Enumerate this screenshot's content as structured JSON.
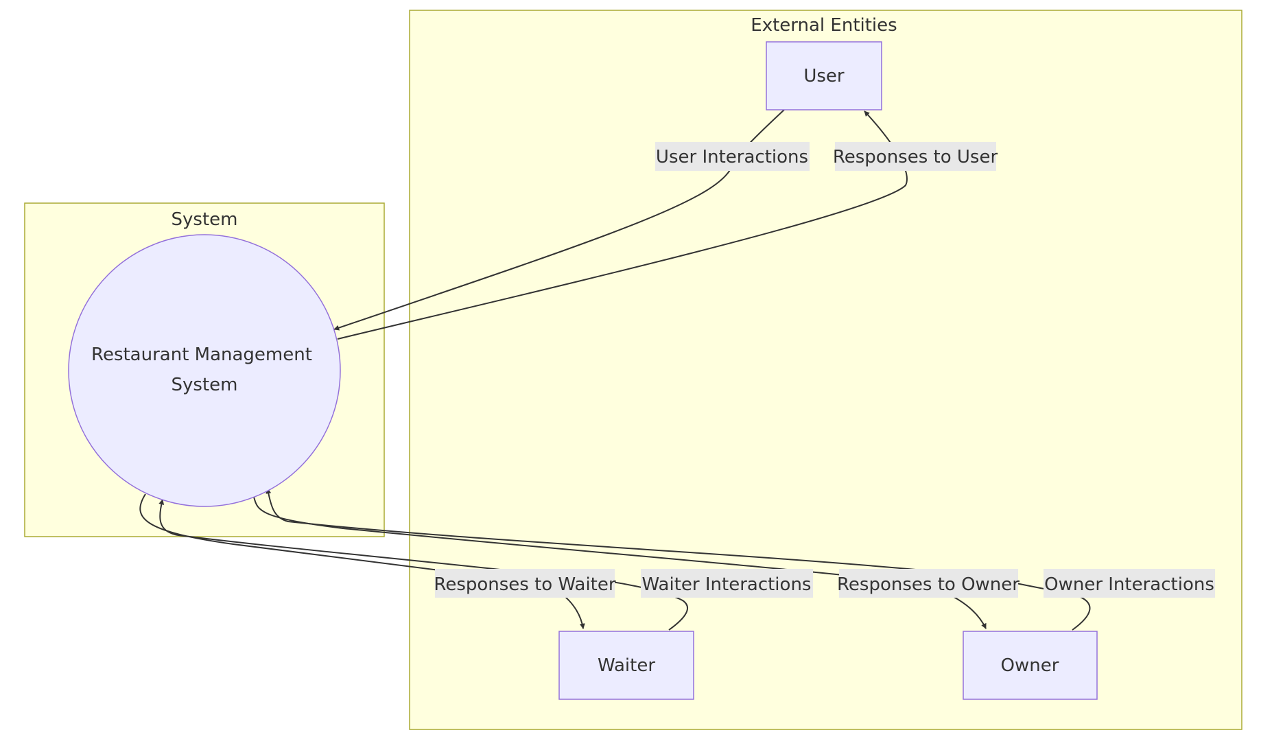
{
  "clusters": {
    "system": {
      "title": "System"
    },
    "external": {
      "title": "External Entities"
    }
  },
  "nodes": {
    "rms": {
      "line1": "Restaurant Management",
      "line2": "System"
    },
    "user": {
      "label": "User"
    },
    "waiter": {
      "label": "Waiter"
    },
    "owner": {
      "label": "Owner"
    }
  },
  "edges": {
    "user_interactions": "User Interactions",
    "responses_to_user": "Responses to User",
    "responses_to_waiter": "Responses to Waiter",
    "waiter_interactions": "Waiter Interactions",
    "responses_to_owner": "Responses to Owner",
    "owner_interactions": "Owner Interactions"
  },
  "colors": {
    "cluster_fill": "#ffffde",
    "cluster_stroke": "#aaaa33",
    "node_fill": "#ececff",
    "node_stroke": "#9370db",
    "edge": "#333333",
    "label_bg": "#e8e8e8"
  }
}
